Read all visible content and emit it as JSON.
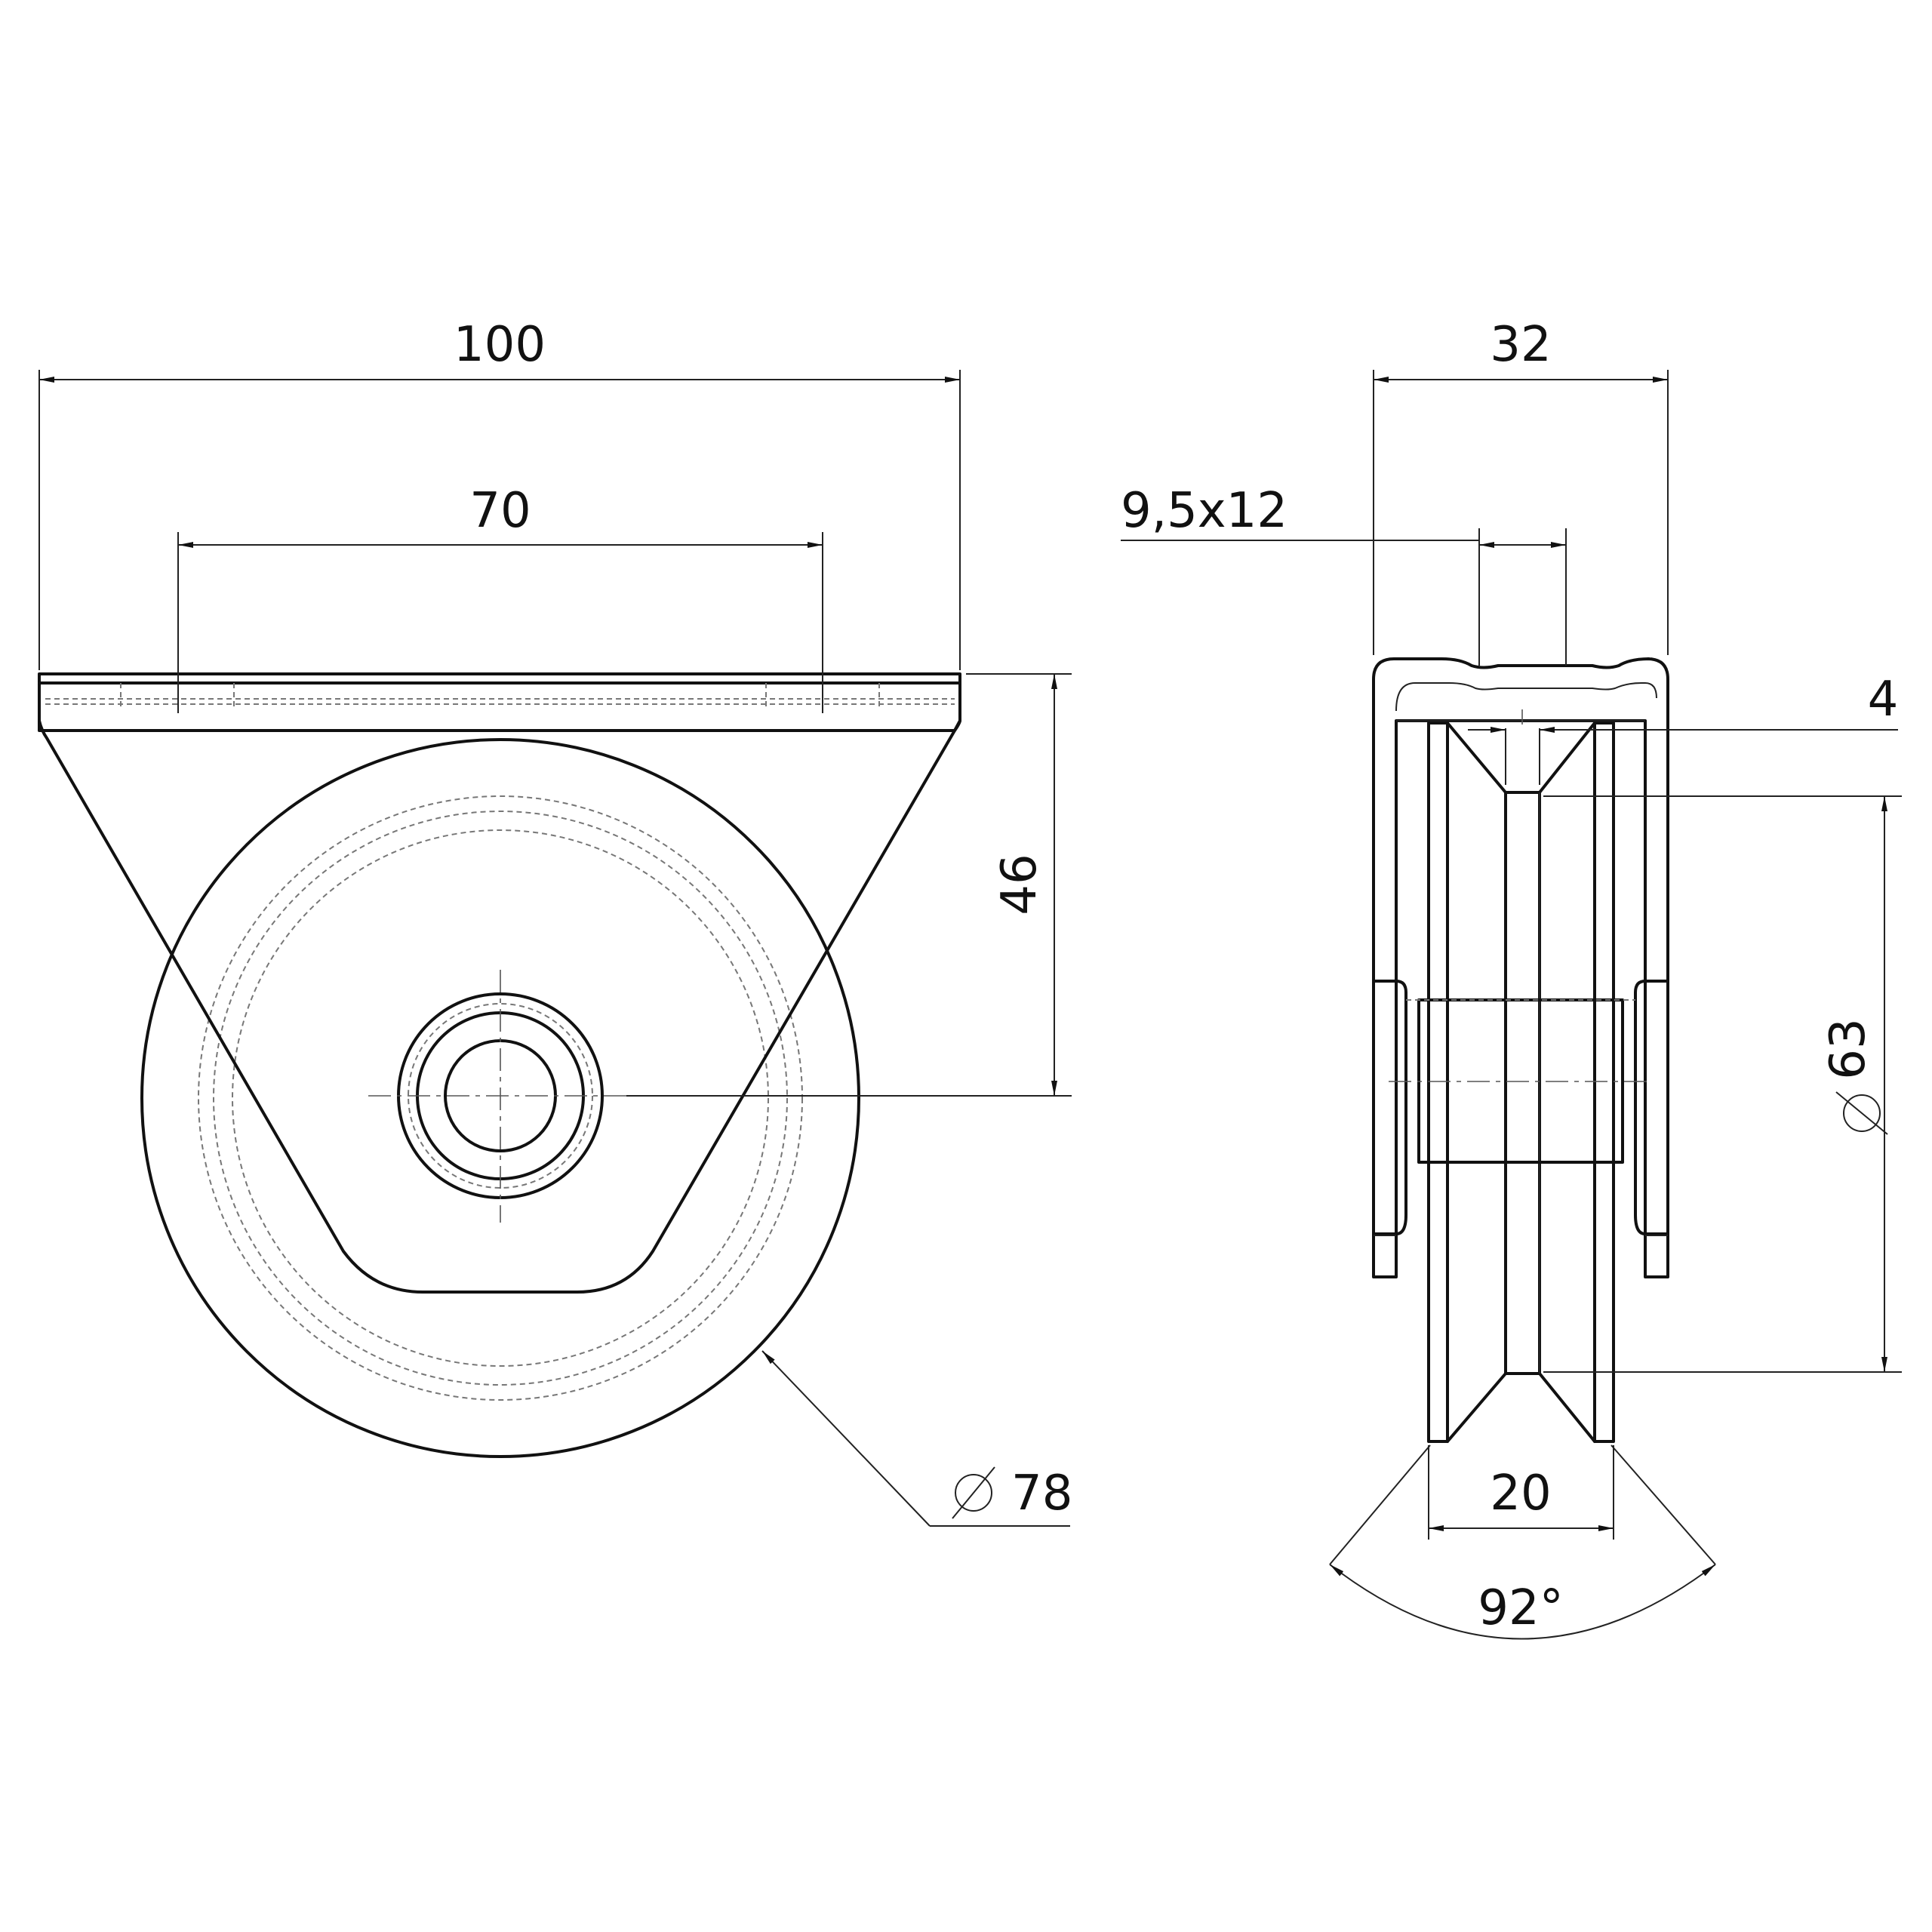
{
  "dimensions": {
    "width_overall": "100",
    "hole_spacing": "70",
    "axle_height": "46",
    "wheel_diameter": "78",
    "bracket_width": "32",
    "slot_size": "9,5x12",
    "plate_thickness": "4",
    "groove_diameter": "63",
    "wheel_width": "20",
    "groove_angle": "92°"
  },
  "symbols": {
    "diameter_symbol": "diameter-icon"
  },
  "colors": {
    "line": "#111111",
    "hidden_line": "#777777",
    "background": "#ffffff"
  }
}
